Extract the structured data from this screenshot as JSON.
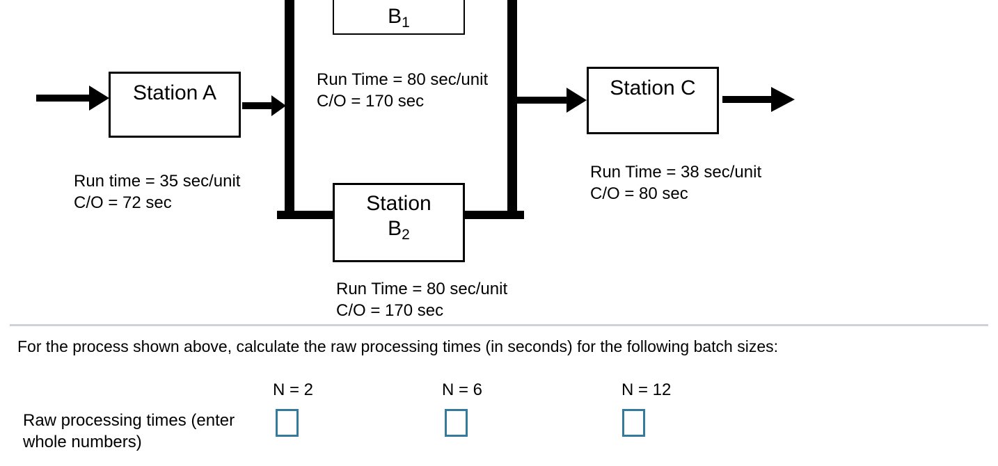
{
  "diagram": {
    "station_a": {
      "label": "Station A",
      "info_line1": "Run time = 35 sec/unit",
      "info_line2": "C/O = 72 sec"
    },
    "station_b1": {
      "label_main": "B",
      "label_sub": "1",
      "info_line1": "Run Time = 80 sec/unit",
      "info_line2": "C/O = 170 sec"
    },
    "station_b2": {
      "label_line1": "Station",
      "label_main": "B",
      "label_sub": "2",
      "info_line1": "Run Time = 80 sec/unit",
      "info_line2": "C/O = 170 sec"
    },
    "station_c": {
      "label": "Station C",
      "info_line1": "Run Time = 38 sec/unit",
      "info_line2": "C/O = 80 sec"
    }
  },
  "question": {
    "prompt": "For the process shown above, calculate the raw processing times (in seconds) for the following batch sizes:",
    "columns": [
      {
        "label": "N = 2",
        "value": ""
      },
      {
        "label": "N = 6",
        "value": ""
      },
      {
        "label": "N = 12",
        "value": ""
      }
    ],
    "row_label_line1": "Raw processing times (enter",
    "row_label_line2": "whole numbers)"
  },
  "colors": {
    "line": "#000000",
    "divider": "#ced1d9",
    "input_border": "#337a9c"
  }
}
